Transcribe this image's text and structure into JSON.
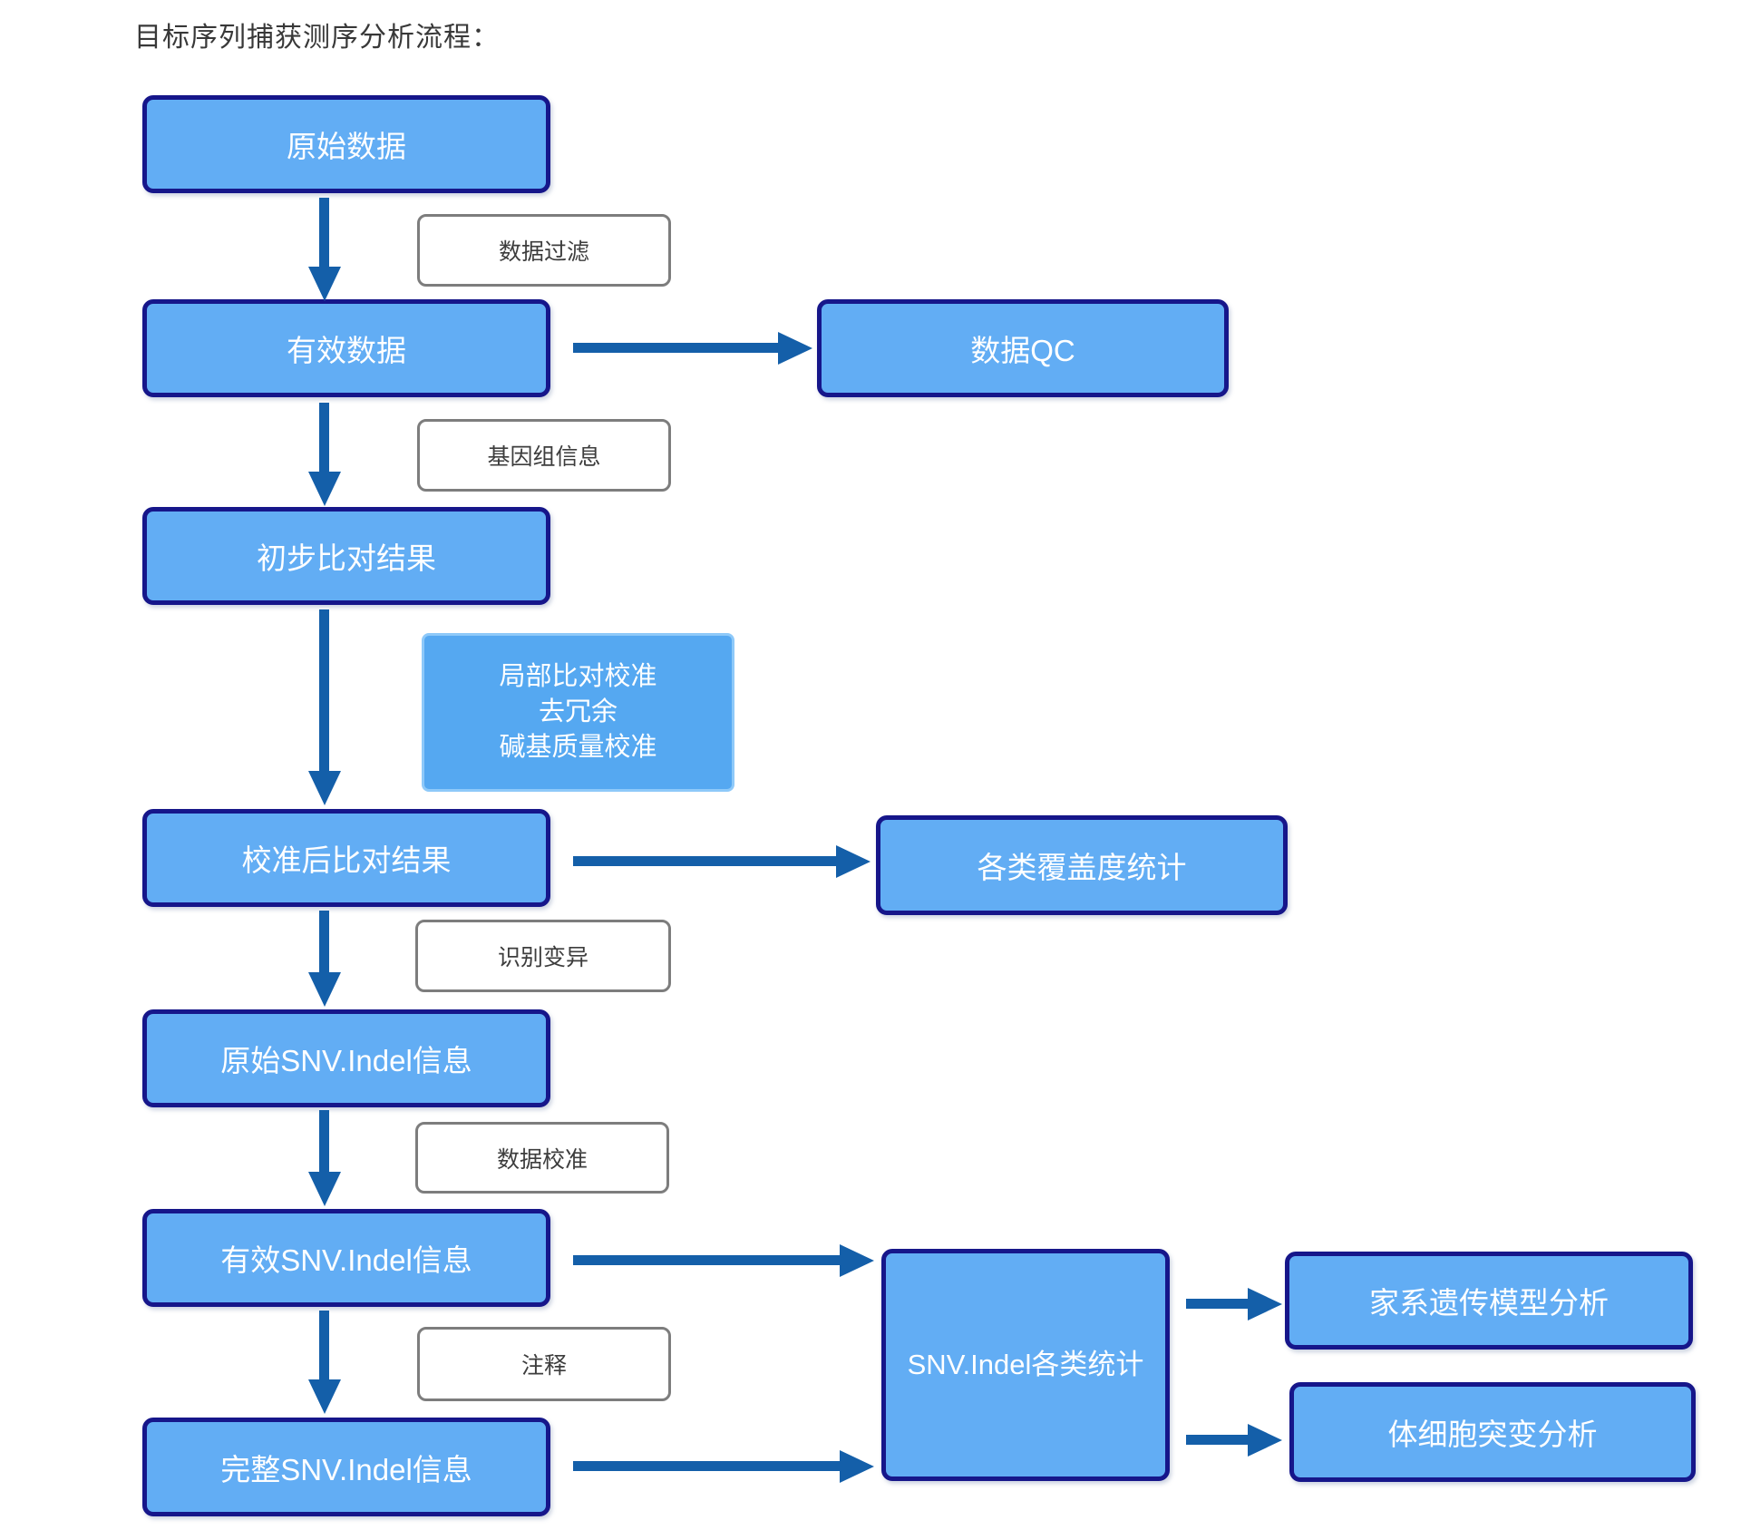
{
  "title": "目标序列捕获测序分析流程：",
  "colors": {
    "node_fill": "#62adf4",
    "node_border": "#16168a",
    "node_text": "#ffffff",
    "label_box_border": "#7d7d7d",
    "label_box_text": "#3d3d3d",
    "light_node_fill": "#55a8f1",
    "light_node_border": "#8ec9f9",
    "arrow": "#145fa9",
    "background": "#ffffff"
  },
  "nodes": {
    "raw_data": {
      "label": "原始数据"
    },
    "data_filter": {
      "label": "数据过滤"
    },
    "valid_data": {
      "label": "有效数据"
    },
    "data_qc": {
      "label": "数据QC"
    },
    "genome_info": {
      "label": "基因组信息"
    },
    "initial_alignment": {
      "label": "初步比对结果"
    },
    "local_realign": {
      "label": "局部比对校准\n去冗余\n碱基质量校准"
    },
    "calibrated_alignment": {
      "label": "校准后比对结果"
    },
    "coverage_stats": {
      "label": "各类覆盖度统计"
    },
    "variant_calling": {
      "label": "识别变异"
    },
    "raw_snv": {
      "label": "原始SNV.Indel信息"
    },
    "data_calibration": {
      "label": "数据校准"
    },
    "valid_snv": {
      "label": "有效SNV.Indel信息"
    },
    "annotation": {
      "label": "注释"
    },
    "complete_snv": {
      "label": "完整SNV.Indel信息"
    },
    "snv_stats": {
      "label": "SNV.Indel各类统计"
    },
    "family_model": {
      "label": "家系遗传模型分析"
    },
    "somatic_mutation": {
      "label": "体细胞突变分析"
    }
  }
}
